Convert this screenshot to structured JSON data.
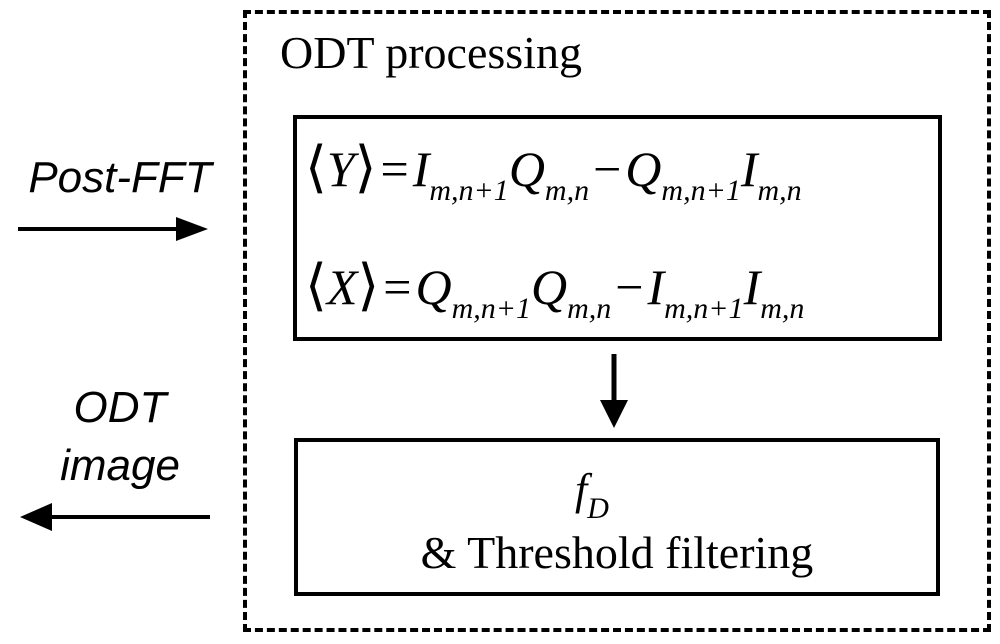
{
  "outer_box": {
    "title": "ODT processing"
  },
  "formula_box": {
    "eq_y": {
      "lhs": "Y",
      "t1a": "I",
      "t1a_sub": "m,n+1",
      "t1b": "Q",
      "t1b_sub": "m,n",
      "op": "−",
      "t2a": "Q",
      "t2a_sub": "m,n+1",
      "t2b": "I",
      "t2b_sub": "m,n"
    },
    "eq_x": {
      "lhs": "X",
      "t1a": "Q",
      "t1a_sub": "m,n+1",
      "t1b": "Q",
      "t1b_sub": "m,n",
      "op": "−",
      "t2a": "I",
      "t2a_sub": "m,n+1",
      "t2b": "I",
      "t2b_sub": "m,n"
    }
  },
  "threshold_box": {
    "symbol": "f",
    "symbol_sub": "D",
    "label": "& Threshold filtering"
  },
  "inputs": {
    "post_fft": "Post-FFT"
  },
  "outputs": {
    "odt_line1": "ODT",
    "odt_line2": "image"
  }
}
